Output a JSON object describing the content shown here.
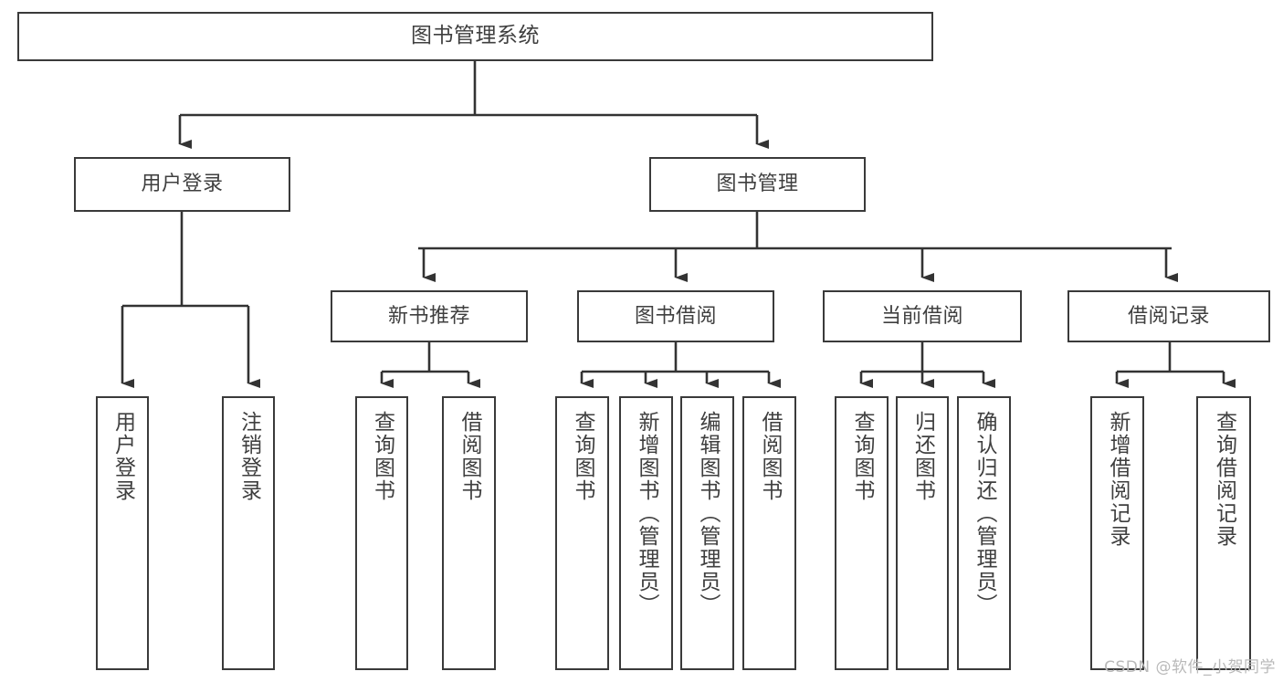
{
  "diagram": {
    "title": "图书管理系统",
    "type": "tree-hierarchy-diagram",
    "watermark": "CSDN @软件_小贺同学",
    "colors": {
      "box_border": "#3a3a3a",
      "box_fill": "#ffffff",
      "text": "#3f3f3f",
      "connector": "#333333",
      "background": "#ffffff",
      "watermark": "#b9b9b9"
    },
    "root": {
      "label": "图书管理系统"
    },
    "level2": [
      {
        "label": "用户登录"
      },
      {
        "label": "图书管理"
      }
    ],
    "level3": [
      {
        "label": "新书推荐"
      },
      {
        "label": "图书借阅"
      },
      {
        "label": "当前借阅"
      },
      {
        "label": "借阅记录"
      }
    ],
    "leaves": {
      "user_login": [
        {
          "label": "用户登录"
        },
        {
          "label": "注销登录"
        }
      ],
      "new_book_recommend": [
        {
          "label": "查询图书"
        },
        {
          "label": "借阅图书"
        }
      ],
      "book_borrow": [
        {
          "label": "查询图书"
        },
        {
          "label": "新增图书（管理员）"
        },
        {
          "label": "编辑图书（管理员）"
        },
        {
          "label": "借阅图书"
        }
      ],
      "current_borrow": [
        {
          "label": "查询图书"
        },
        {
          "label": "归还图书"
        },
        {
          "label": "确认归还（管理员）"
        }
      ],
      "borrow_record": [
        {
          "label": "新增借阅记录"
        },
        {
          "label": "查询借阅记录"
        }
      ]
    }
  }
}
